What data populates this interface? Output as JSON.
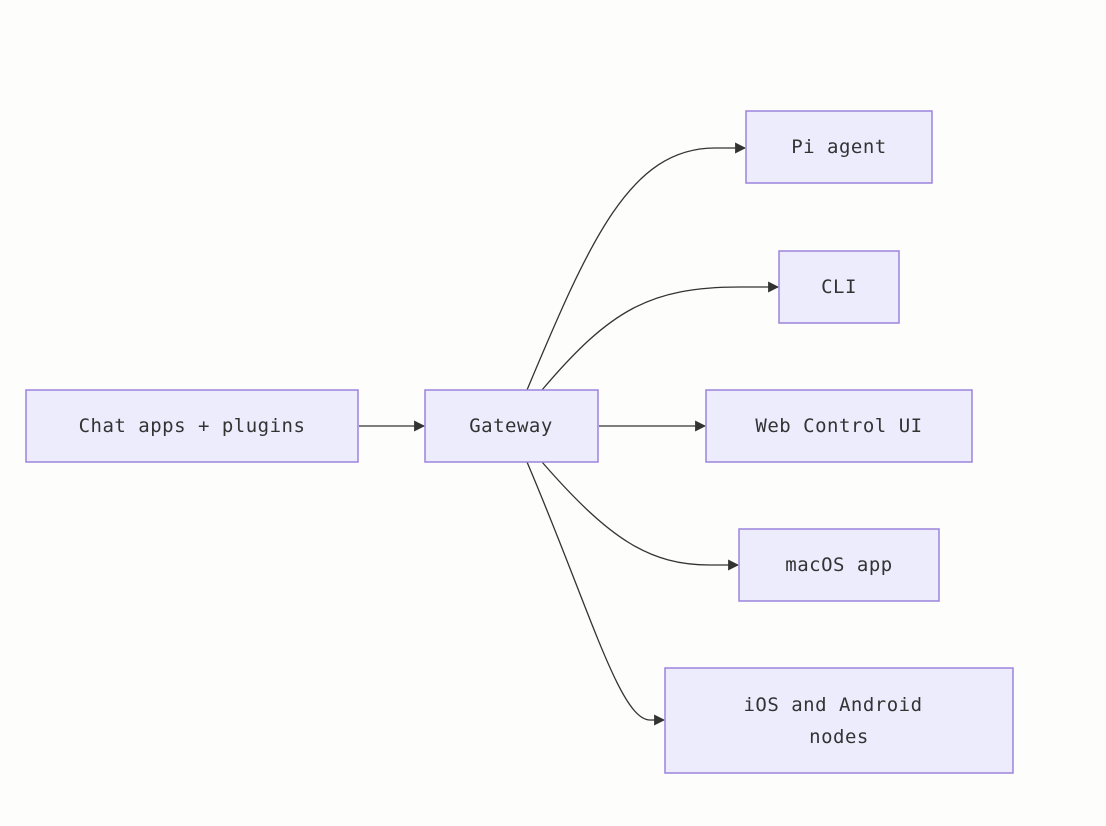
{
  "diagram": {
    "nodes": {
      "chat": {
        "label": "Chat apps + plugins"
      },
      "gateway": {
        "label": "Gateway"
      },
      "pi": {
        "label": "Pi agent"
      },
      "cli": {
        "label": "CLI"
      },
      "webui": {
        "label": "Web Control UI"
      },
      "macos": {
        "label": "macOS app"
      },
      "mobile": {
        "label_line1": "iOS and Android",
        "label_line2": "nodes"
      }
    },
    "edges": [
      {
        "from": "chat",
        "to": "gateway"
      },
      {
        "from": "gateway",
        "to": "pi"
      },
      {
        "from": "gateway",
        "to": "cli"
      },
      {
        "from": "gateway",
        "to": "webui"
      },
      {
        "from": "gateway",
        "to": "macos"
      },
      {
        "from": "gateway",
        "to": "mobile"
      }
    ],
    "colors": {
      "node_fill": "#ececfd",
      "node_stroke": "#9c84dd",
      "edge": "#333333",
      "text": "#333333"
    }
  }
}
